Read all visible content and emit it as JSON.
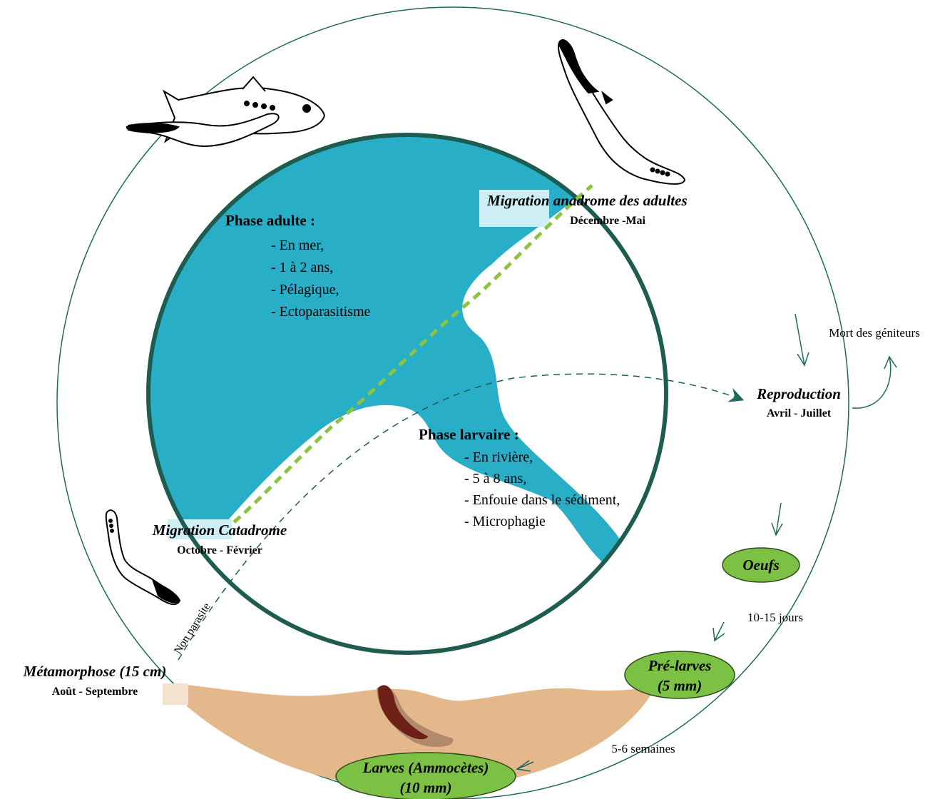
{
  "colors": {
    "sea": "#29aec8",
    "circle_outline": "#1d5c4f",
    "outer_ring": "#1d6a5c",
    "migration_dash": "#8cc43f",
    "sediment": "#e4b88a",
    "stage_fill": "#7cc144",
    "stage_stroke": "#2e4a1e",
    "larva": "#6d1f18"
  },
  "icons": [
    "lamprey-on-fish-icon",
    "adult-lamprey-icon",
    "young-lamprey-icon",
    "ammocete-larva-icon"
  ],
  "adult_phase": {
    "title": "Phase adulte :",
    "items": [
      "- En mer,",
      "- 1 à 2 ans,",
      "- Pélagique,",
      "- Ectoparasitisme"
    ]
  },
  "larval_phase": {
    "title": "Phase larvaire :",
    "items": [
      "- En rivière,",
      "- 5 à 8 ans,",
      "- Enfouie dans le sédiment,",
      "- Microphagie"
    ]
  },
  "anadromous_migration": {
    "title": "Migration anadrome des adultes",
    "period": "Décembre -Mai"
  },
  "catadromous_migration": {
    "title": "Migration Catadrome",
    "period": "Octobre - Février"
  },
  "reproduction": {
    "title": "Reproduction",
    "period": "Avril - Juillet"
  },
  "spawner_death": "Mort des géniteurs",
  "metamorphosis": {
    "title": "Métamorphose (15 cm)",
    "period": "Août - Septembre"
  },
  "non_parasite": "Non parasite",
  "stages": {
    "eggs": "Oeufs",
    "pre_larvae_line1": "Pré-larves",
    "pre_larvae_line2": "(5 mm)",
    "larvae_line1": "Larves (Ammocètes)",
    "larvae_line2": "(10 mm)"
  },
  "durations": {
    "eggs_to_prelarvae": "10-15 jours",
    "prelarvae_to_larvae": "5-6 semaines"
  }
}
